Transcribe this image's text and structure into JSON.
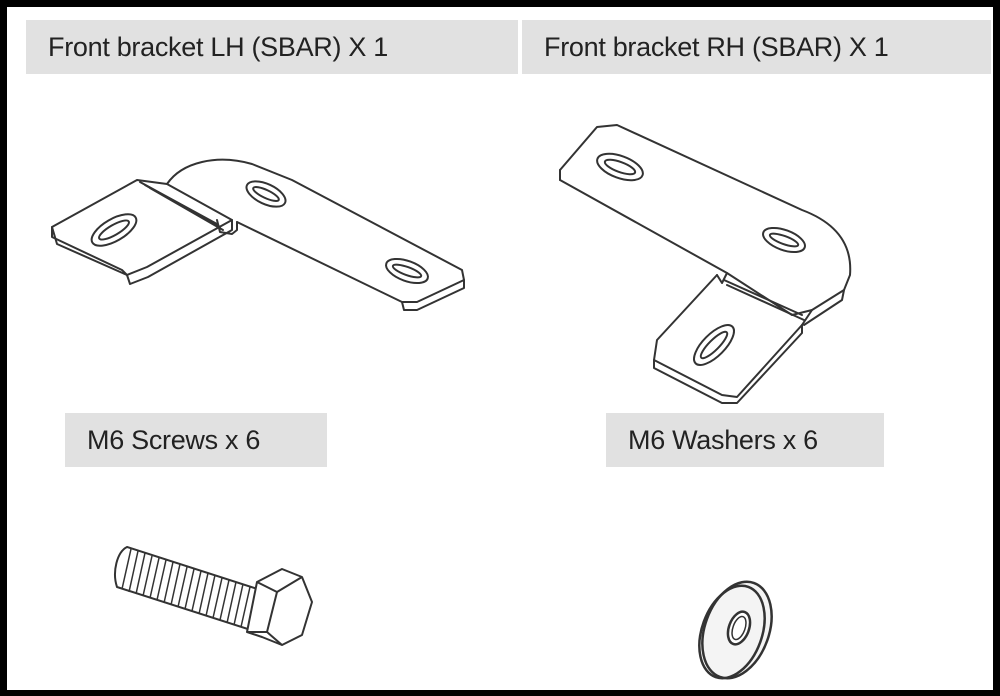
{
  "diagram": {
    "title": "",
    "parts": [
      {
        "id": "front-bracket-lh",
        "label": "Front bracket LH (SBAR) X 1",
        "quantity": 1,
        "icon": "l-bracket-left-icon"
      },
      {
        "id": "front-bracket-rh",
        "label": "Front bracket RH (SBAR) X 1",
        "quantity": 1,
        "icon": "l-bracket-right-icon"
      },
      {
        "id": "m6-screws",
        "label": "M6 Screws x 6",
        "quantity": 6,
        "icon": "hex-bolt-icon"
      },
      {
        "id": "m6-washers",
        "label": "M6 Washers x 6",
        "quantity": 6,
        "icon": "flat-washer-icon"
      }
    ],
    "colors": {
      "background": "#ffffff",
      "border": "#000000",
      "label_bg": "#e1e1e1",
      "label_text": "#222222",
      "line_art": "#333333"
    }
  }
}
